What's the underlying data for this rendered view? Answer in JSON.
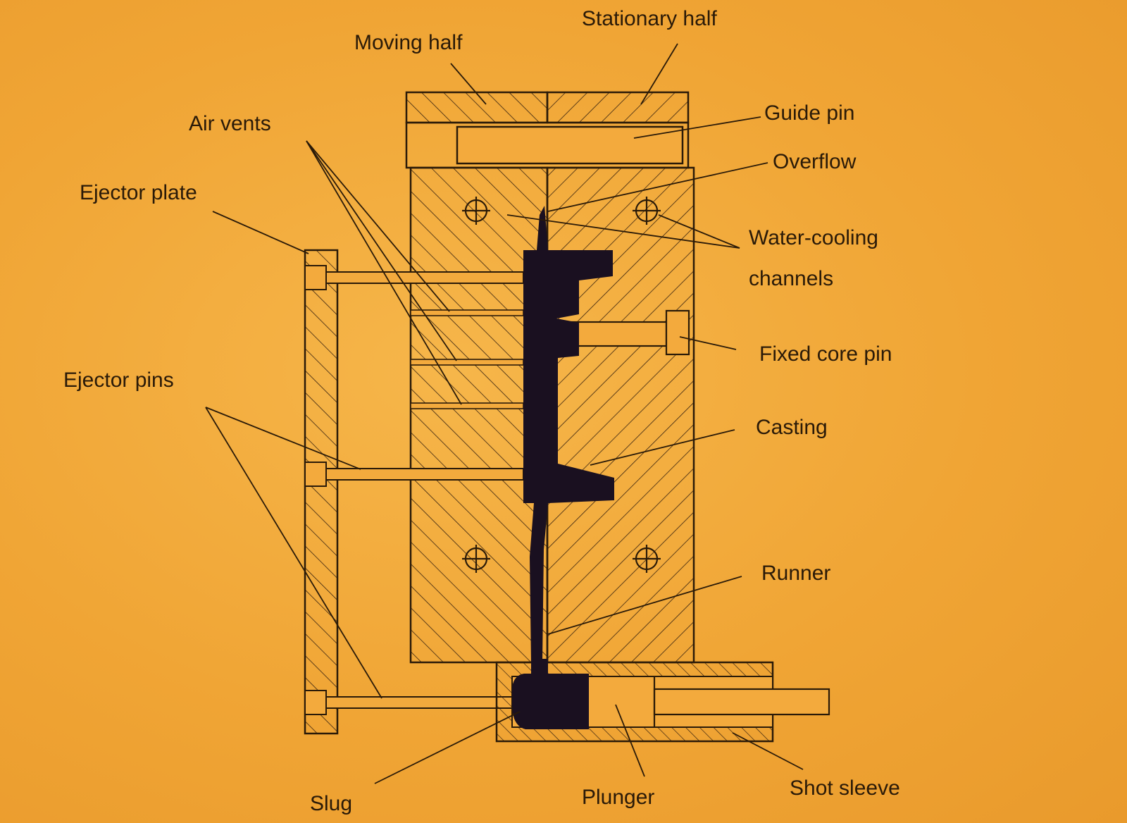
{
  "labels": {
    "stationary_half": "Stationary half",
    "moving_half": "Moving half",
    "guide_pin": "Guide pin",
    "air_vents": "Air vents",
    "overflow": "Overflow",
    "ejector_plate": "Ejector plate",
    "water_cooling_channels": "Water-cooling channels",
    "fixed_core_pin": "Fixed core pin",
    "ejector_pins": "Ejector pins",
    "casting": "Casting",
    "runner": "Runner",
    "slug": "Slug",
    "plunger": "Plunger",
    "shot_sleeve": "Shot sleeve"
  },
  "colors": {
    "background": "#f2a83a",
    "ink": "#2a1a08",
    "metal_fill": "#1a1020"
  }
}
